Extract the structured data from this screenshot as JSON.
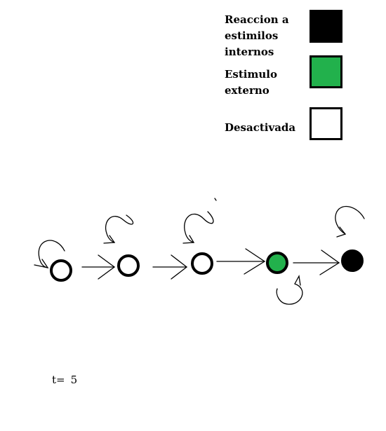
{
  "legend": [
    {
      "label": "Reaccion a\nestimilos\ninternos",
      "state": "internal",
      "fill": "#000000"
    },
    {
      "label": "Estimulo\nexterno",
      "state": "external",
      "fill": "#22b14c"
    },
    {
      "label": "Desactivada",
      "state": "off",
      "fill": "#ffffff"
    }
  ],
  "nodes": [
    {
      "state": "off"
    },
    {
      "state": "off"
    },
    {
      "state": "off"
    },
    {
      "state": "external"
    },
    {
      "state": "internal"
    }
  ],
  "colors": {
    "internal": "#000000",
    "external": "#22b14c",
    "off": "#ffffff",
    "stroke": "#000000"
  },
  "time": {
    "label": "t=",
    "value": "5"
  }
}
